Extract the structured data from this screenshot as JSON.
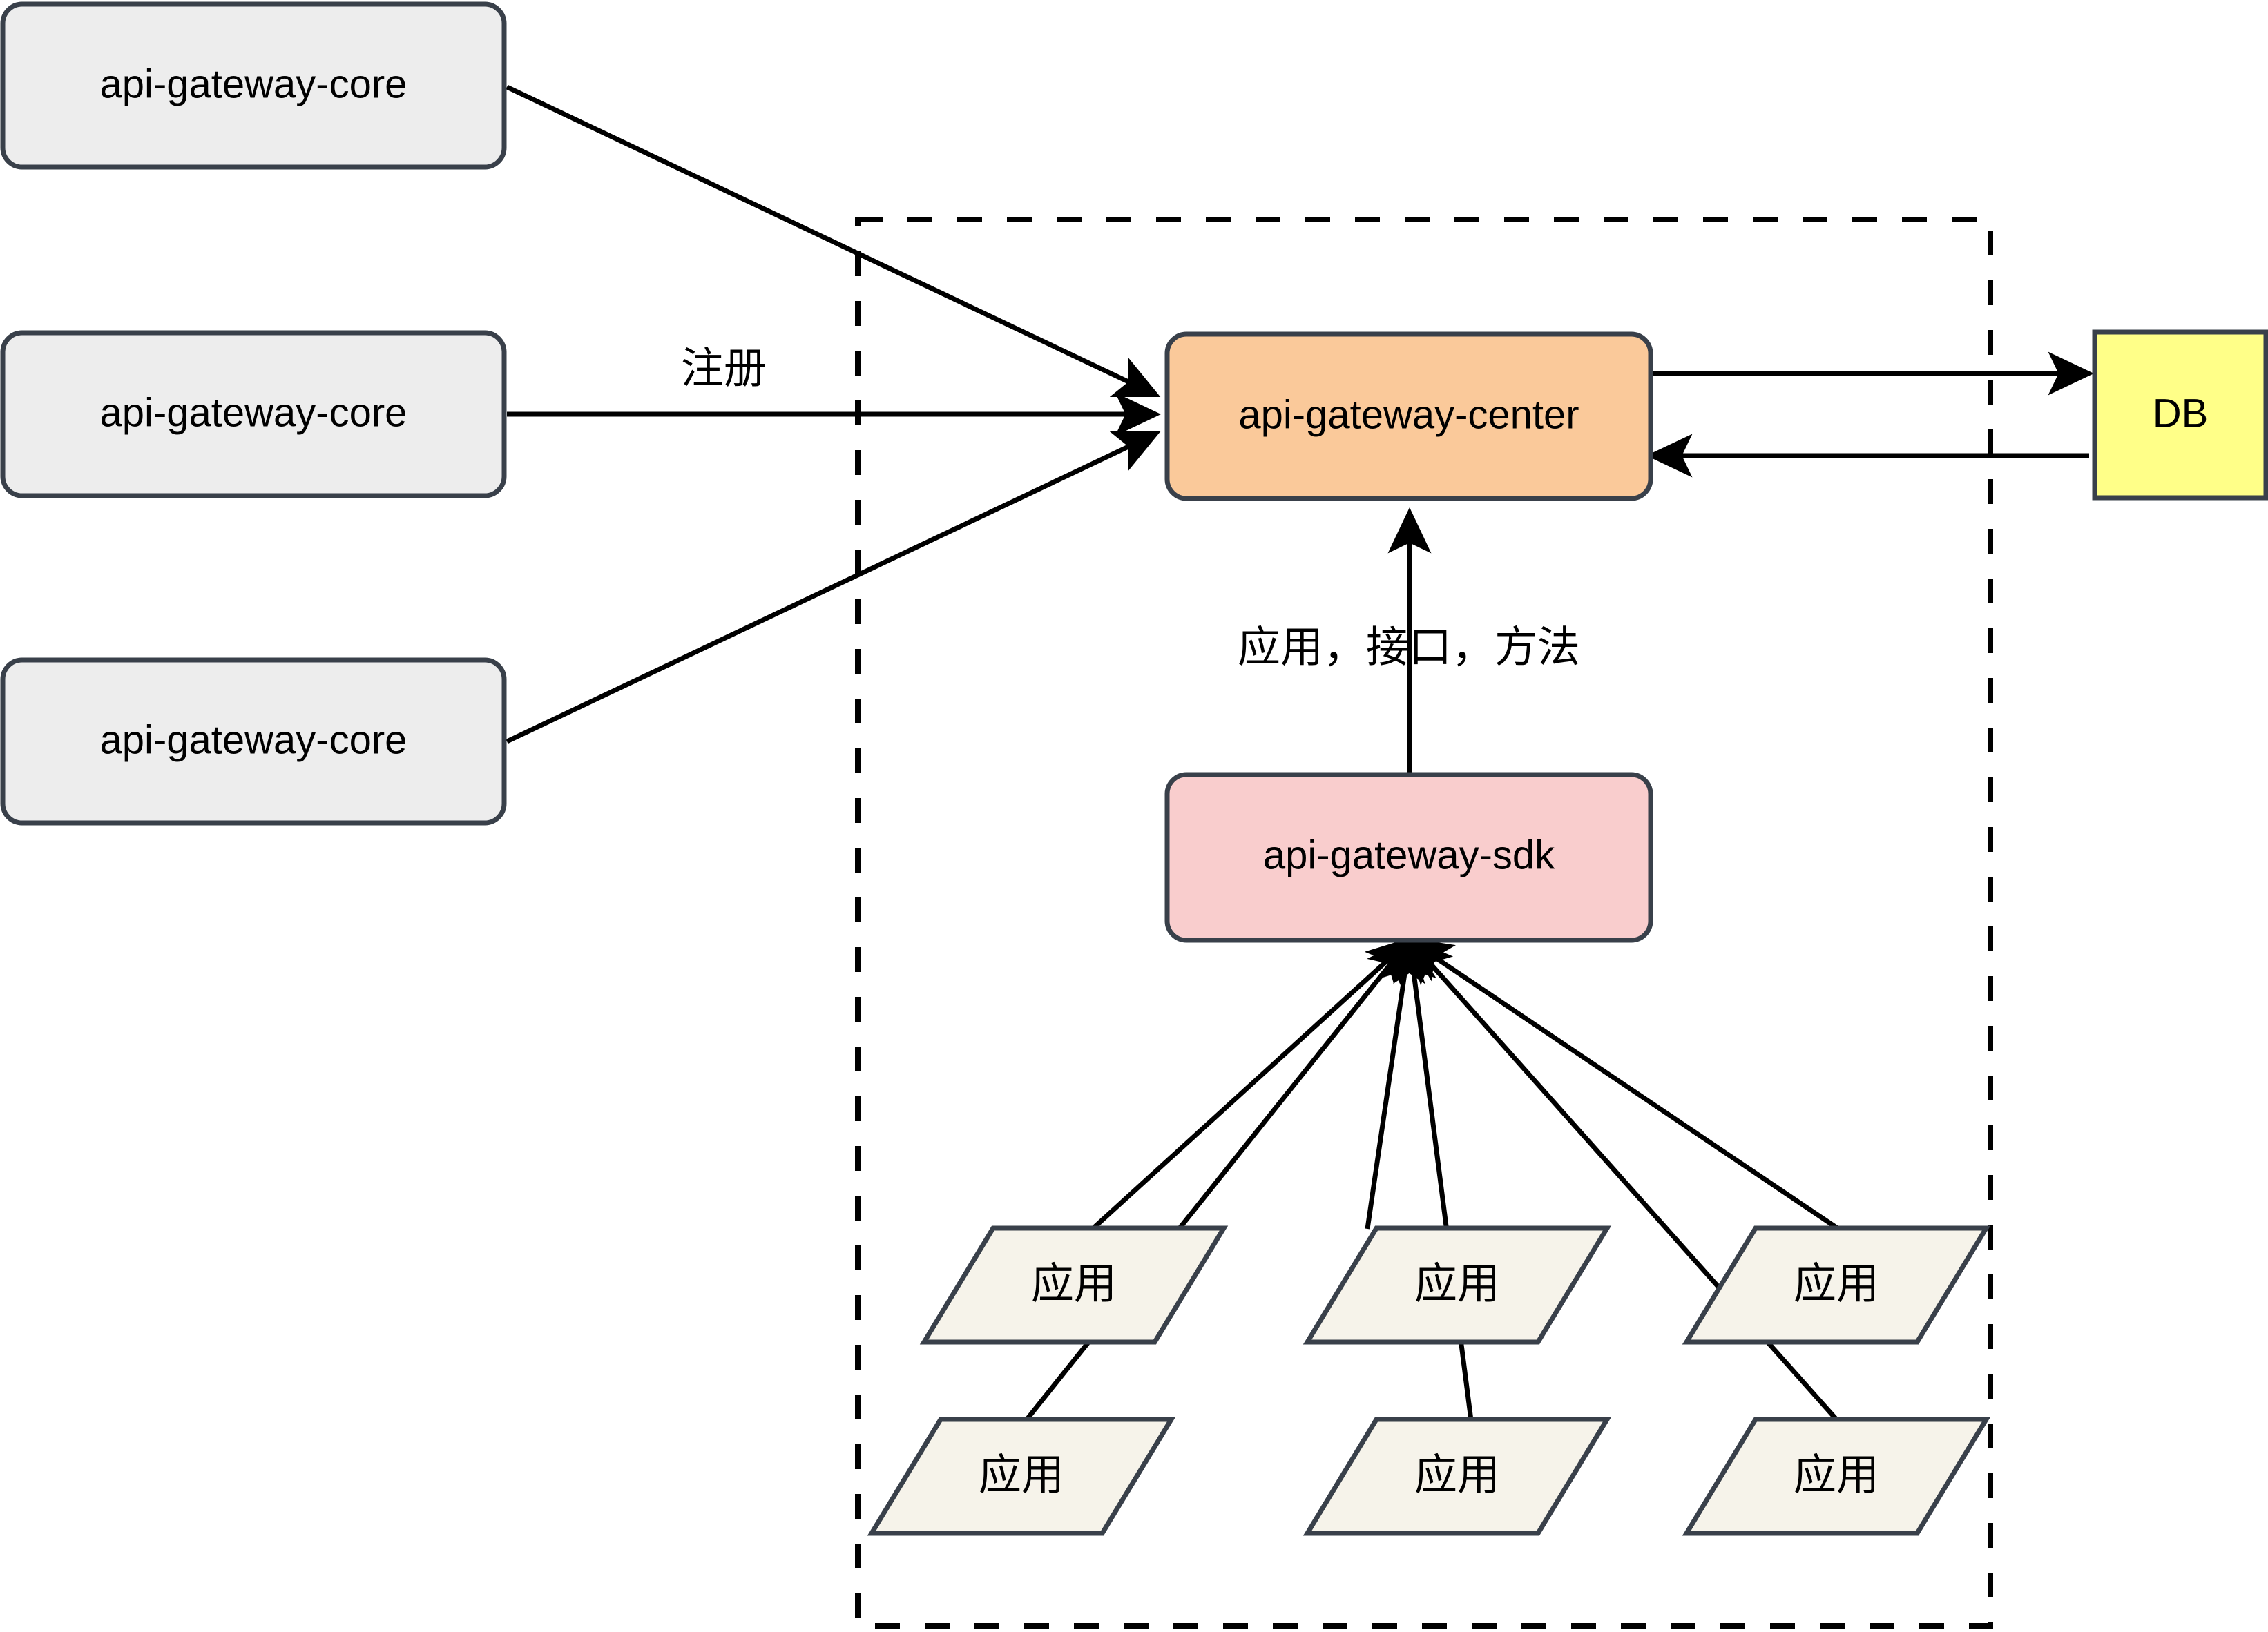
{
  "diagram": {
    "title": "api-gateway architecture",
    "background": "#ffffff",
    "colors": {
      "core_fill": "#ededed",
      "center_fill": "#fac99a",
      "sdk_fill": "#f9cdcd",
      "db_fill": "#ffff88",
      "app_fill": "#f6f3ea",
      "shape_stroke": "#39404a",
      "edge_stroke": "#000000",
      "group_stroke": "#000000"
    },
    "nodes": {
      "core_top": {
        "label": "api-gateway-core",
        "shape": "rounded-rect",
        "fill": "#ededed"
      },
      "core_mid": {
        "label": "api-gateway-core",
        "shape": "rounded-rect",
        "fill": "#ededed"
      },
      "core_bottom": {
        "label": "api-gateway-core",
        "shape": "rounded-rect",
        "fill": "#ededed"
      },
      "center": {
        "label": "api-gateway-center",
        "shape": "rounded-rect",
        "fill": "#fac99a"
      },
      "sdk": {
        "label": "api-gateway-sdk",
        "shape": "rounded-rect",
        "fill": "#f9cdcd"
      },
      "db": {
        "label": "DB",
        "shape": "rect",
        "fill": "#ffff88"
      }
    },
    "apps": [
      {
        "id": "app-top-left",
        "label": "应用"
      },
      {
        "id": "app-top-middle",
        "label": "应用"
      },
      {
        "id": "app-top-right",
        "label": "应用"
      },
      {
        "id": "app-bottom-left",
        "label": "应用"
      },
      {
        "id": "app-bottom-middle",
        "label": "应用"
      },
      {
        "id": "app-bottom-right",
        "label": "应用"
      }
    ],
    "edge_labels": {
      "register": "注册",
      "app_interface_method": "应用，接口，方法"
    },
    "group": {
      "style": "dashed-boundary",
      "label": ""
    }
  }
}
